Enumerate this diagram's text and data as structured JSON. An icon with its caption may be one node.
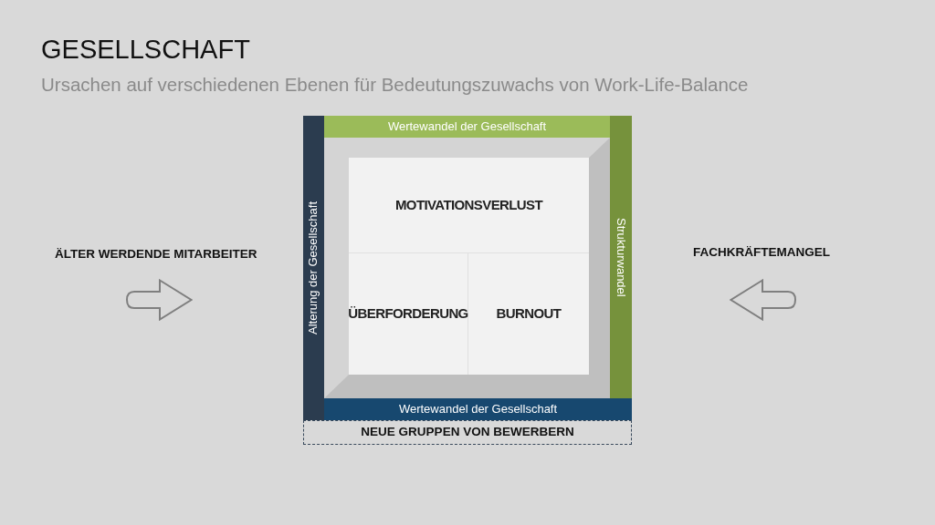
{
  "diagram": {
    "title": "GESELLSCHAFT",
    "nodes": [
      {
        "text": [
          "Wertewandel der Gesellschaft"
        ]
      },
      {
        "text": [
          "Alterung der Gesellschaft"
        ]
      },
      {
        "text": [],
        "shape": "box"
      },
      {
        "text": [
          "MOTIVATIONSVERLUST"
        ],
        "in": 2
      },
      {
        "text": [
          "ÜBERFORDERUNG"
        ],
        "in": 2
      },
      {
        "text": [
          "BURNOUT"
        ],
        "in": 2
      },
      {
        "text": [
          "Strukturwandel"
        ]
      },
      {
        "text": [
          "Wertewandel der Gesellschaft"
        ]
      },
      {
        "text": [
          "NEUE GRUPPEN VON BEWERBERN"
        ]
      }
    ],
    "labels": [
      "Ursachen auf verschiedenen Ebenen für Bedeutungszuwachs von Work-Life-Balance",
      "ÄLTER WERDENDE MITARBEITER",
      "FACHKRÄFTEMANGEL"
    ]
  }
}
